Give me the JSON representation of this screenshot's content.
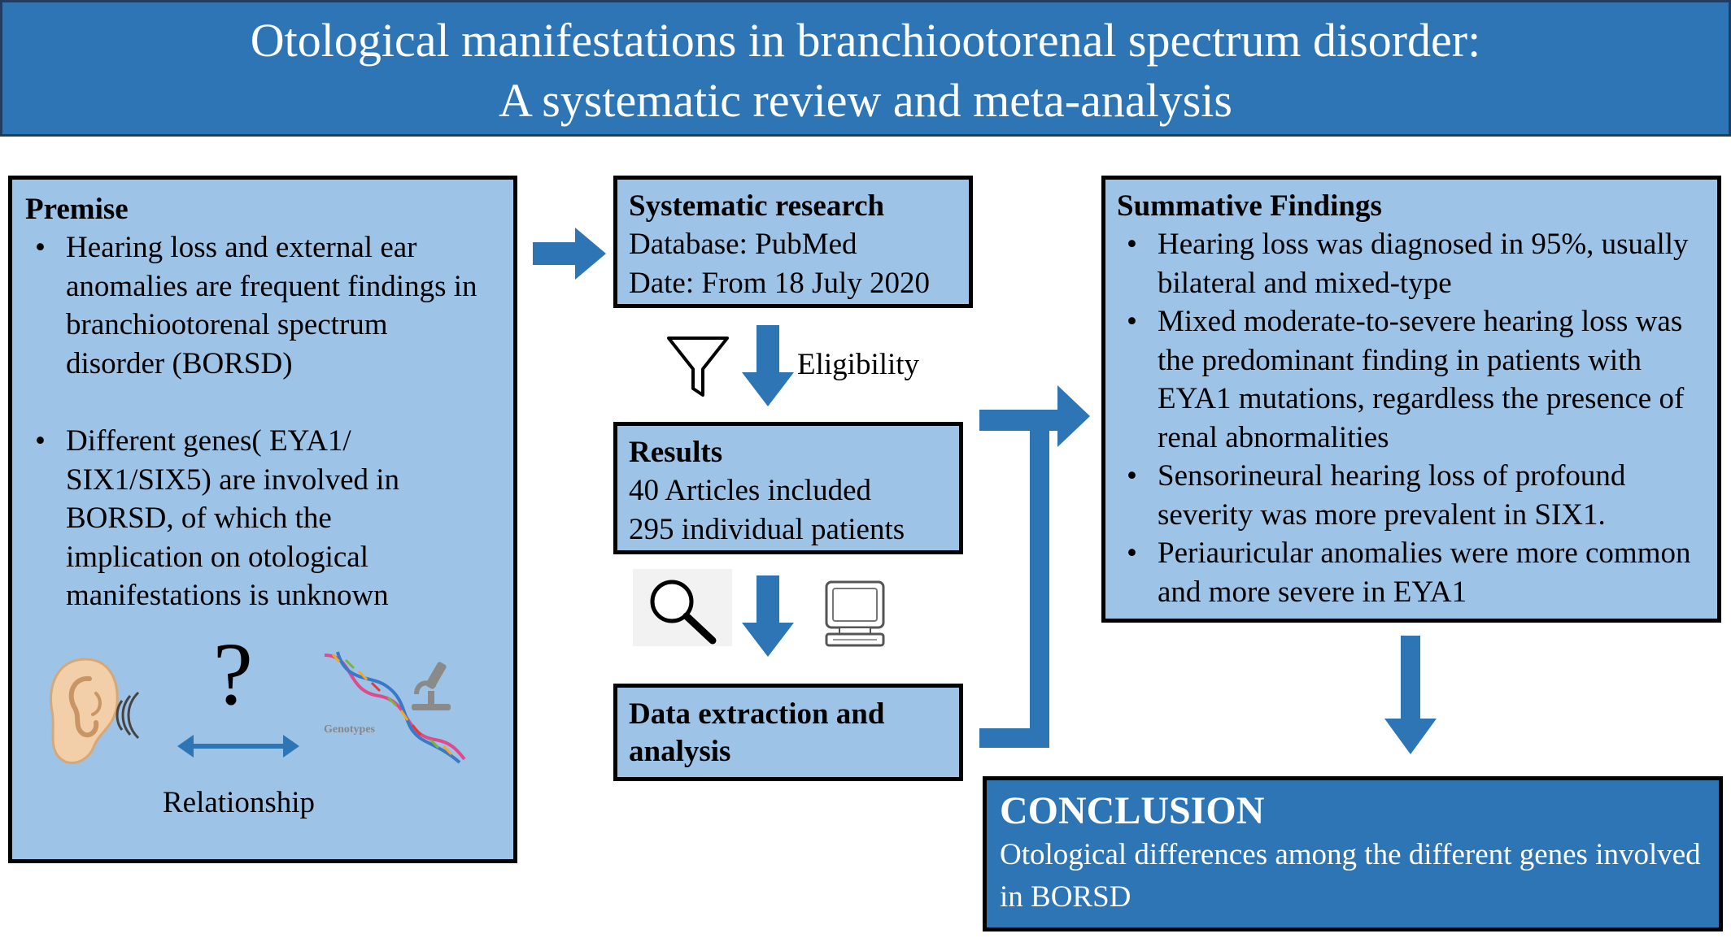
{
  "title": {
    "line1": "Otological manifestations in branchiootorenal spectrum disorder:",
    "line2": "A systematic review and meta-analysis"
  },
  "premise": {
    "heading": "Premise",
    "bullets": [
      "Hearing loss and external ear anomalies are frequent findings in branchiootorenal spectrum disorder (BORSD)",
      "Different genes( EYA1/ SIX1/SIX5) are involved in BORSD, of which the implication on otological manifestations is unknown"
    ],
    "dna_label": "Genotypes",
    "question_mark": "?",
    "relationship_label": "Relationship"
  },
  "search": {
    "heading": "Systematic research",
    "database": "Database: PubMed",
    "date": "Date: From 18 July 2020"
  },
  "eligibility_label": "Eligibility",
  "results": {
    "heading": "Results",
    "line1": "40 Articles included",
    "line2": "295 individual patients"
  },
  "extraction": {
    "heading": "Data extraction and analysis"
  },
  "findings": {
    "heading": "Summative Findings",
    "bullets": [
      "Hearing loss was diagnosed in 95%, usually bilateral and mixed-type",
      "Mixed moderate-to-severe hearing loss was the predominant finding in patients with EYA1 mutations, regardless the presence of renal abnormalities",
      "Sensorineural hearing loss of  profound severity was more prevalent in SIX1.",
      "Periauricular anomalies were more common and more severe in EYA1"
    ]
  },
  "conclusion": {
    "heading": "CONCLUSION",
    "body": "Otological differences among the different genes involved in BORSD"
  },
  "icons": [
    "ear-icon",
    "sound-waves-icon",
    "double-arrow-icon",
    "dna-icon",
    "microscope-icon",
    "filter-icon",
    "magnifier-icon",
    "computer-icon"
  ],
  "colors": {
    "banner": "#2e75b6",
    "box_fill": "#9dc3e6",
    "arrow": "#2e75b6",
    "conclusion_fill": "#2e75b6",
    "border": "#000000"
  }
}
